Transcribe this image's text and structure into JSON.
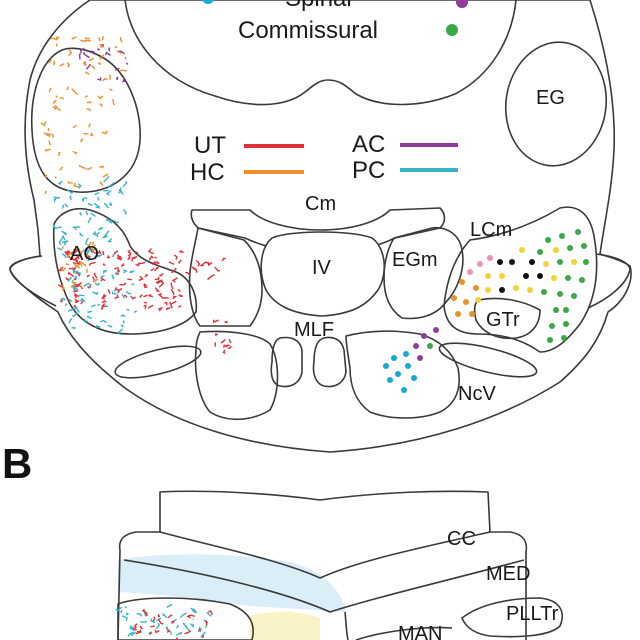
{
  "panel_b_letter": "B",
  "legend_top": {
    "spiral_label": "Spinal",
    "commissural_label": "Commissural",
    "colors": {
      "blue": "#1ba7d6",
      "purple": "#8e3b9c",
      "green": "#3aa845"
    }
  },
  "legend_tracts": {
    "ut": {
      "label": "UT",
      "color": "#e0323a"
    },
    "hc": {
      "label": "HC",
      "color": "#ef8f2c"
    },
    "ac": {
      "label": "AC",
      "color": "#8e3b9c"
    },
    "pc": {
      "label": "PC",
      "color": "#35b4c8"
    }
  },
  "panel_a_labels": {
    "eg": "EG",
    "cm": "Cm",
    "lcm": "LCm",
    "ao": "AO",
    "iv": "IV",
    "egm": "EGm",
    "gtr": "GTr",
    "mlf": "MLF",
    "ncv": "NcV"
  },
  "panel_b_labels": {
    "cc": "CC",
    "med": "MED",
    "plltr": "PLLTr",
    "man": "MAN"
  },
  "dot_colors": {
    "pink": "#f08fb8",
    "black": "#111111",
    "yellow": "#f4d23a",
    "orange": "#e8922c",
    "green": "#3aa845",
    "purple": "#8e3b9c",
    "blue": "#1ba7d6"
  }
}
